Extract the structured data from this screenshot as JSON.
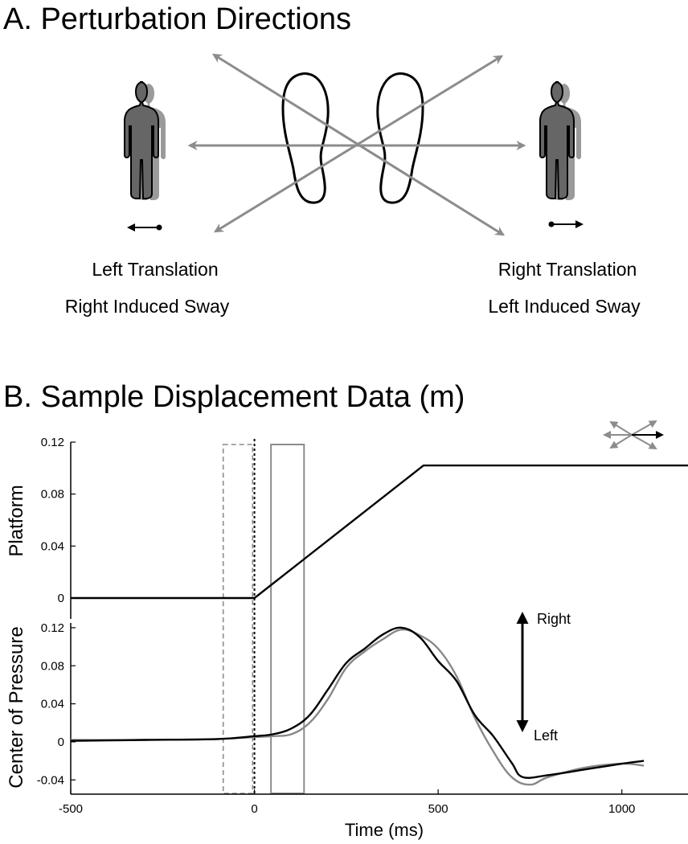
{
  "panel_a": {
    "title": "A. Perturbation Directions",
    "left_caption": [
      "Left Translation",
      "Right Induced Sway"
    ],
    "right_caption": [
      "Right Translation",
      "Left Induced Sway"
    ]
  },
  "panel_b": {
    "title": "B. Sample Displacement Data (m)"
  },
  "colors": {
    "black_trace": "#000000",
    "gray_trace": "#888888",
    "arrow_gray": "#8c8c8c",
    "figure_gray": "#7a7a7a"
  },
  "icons": [
    "left-figure-icon",
    "right-figure-icon",
    "foot-outline-icon",
    "direction-legend-icon"
  ],
  "chart_data": [
    {
      "type": "line",
      "ylabel": "Platform",
      "xlim": [
        -500,
        1180
      ],
      "ylim": [
        0,
        0.12
      ],
      "yticks": [
        "0.12",
        "0.08",
        "0.04",
        "0"
      ],
      "ytick_values": [
        0.12,
        0.08,
        0.04,
        0
      ],
      "grid": false,
      "series": [
        {
          "color": "black",
          "x": [
            -500,
            0,
            460,
            1180
          ],
          "y": [
            0,
            0,
            0.102,
            0.102
          ]
        }
      ],
      "annotations": {
        "dashed_window_x": [
          -85,
          -5
        ],
        "solid_window_x": [
          45,
          135
        ],
        "onset_line_x": 0
      }
    },
    {
      "type": "line",
      "ylabel": "Center of Pressure",
      "xlabel": "Time (ms)",
      "xlim": [
        -500,
        1180
      ],
      "ylim": [
        -0.055,
        0.125
      ],
      "xticks": [
        "-500",
        "0",
        "500",
        "1000"
      ],
      "xtick_values": [
        -500,
        0,
        500,
        1000
      ],
      "yticks": [
        "0.12",
        "0.08",
        "0.04",
        "0",
        "-0.04"
      ],
      "ytick_values": [
        0.12,
        0.08,
        0.04,
        0,
        -0.04
      ],
      "grid": false,
      "arrow_labels": {
        "up": "Right",
        "down": "Left"
      },
      "series": [
        {
          "color": "black",
          "x": [
            -500,
            -300,
            -100,
            0,
            50,
            100,
            150,
            200,
            250,
            300,
            350,
            400,
            450,
            500,
            550,
            600,
            650,
            700,
            730,
            800,
            900,
            1000,
            1060
          ],
          "y": [
            0.001,
            0.002,
            0.003,
            0.006,
            0.008,
            0.014,
            0.028,
            0.055,
            0.083,
            0.098,
            0.113,
            0.12,
            0.11,
            0.085,
            0.064,
            0.028,
            0.006,
            -0.022,
            -0.037,
            -0.035,
            -0.029,
            -0.023,
            -0.02
          ]
        },
        {
          "color": "gray",
          "x": [
            -500,
            -300,
            -100,
            0,
            50,
            100,
            150,
            200,
            250,
            300,
            350,
            400,
            450,
            500,
            550,
            600,
            650,
            700,
            750,
            800,
            900,
            1000,
            1060
          ],
          "y": [
            0.002,
            0.002,
            0.003,
            0.005,
            0.006,
            0.008,
            0.02,
            0.045,
            0.078,
            0.095,
            0.108,
            0.118,
            0.112,
            0.098,
            0.069,
            0.025,
            -0.01,
            -0.037,
            -0.045,
            -0.037,
            -0.027,
            -0.023,
            -0.025
          ]
        }
      ]
    }
  ]
}
